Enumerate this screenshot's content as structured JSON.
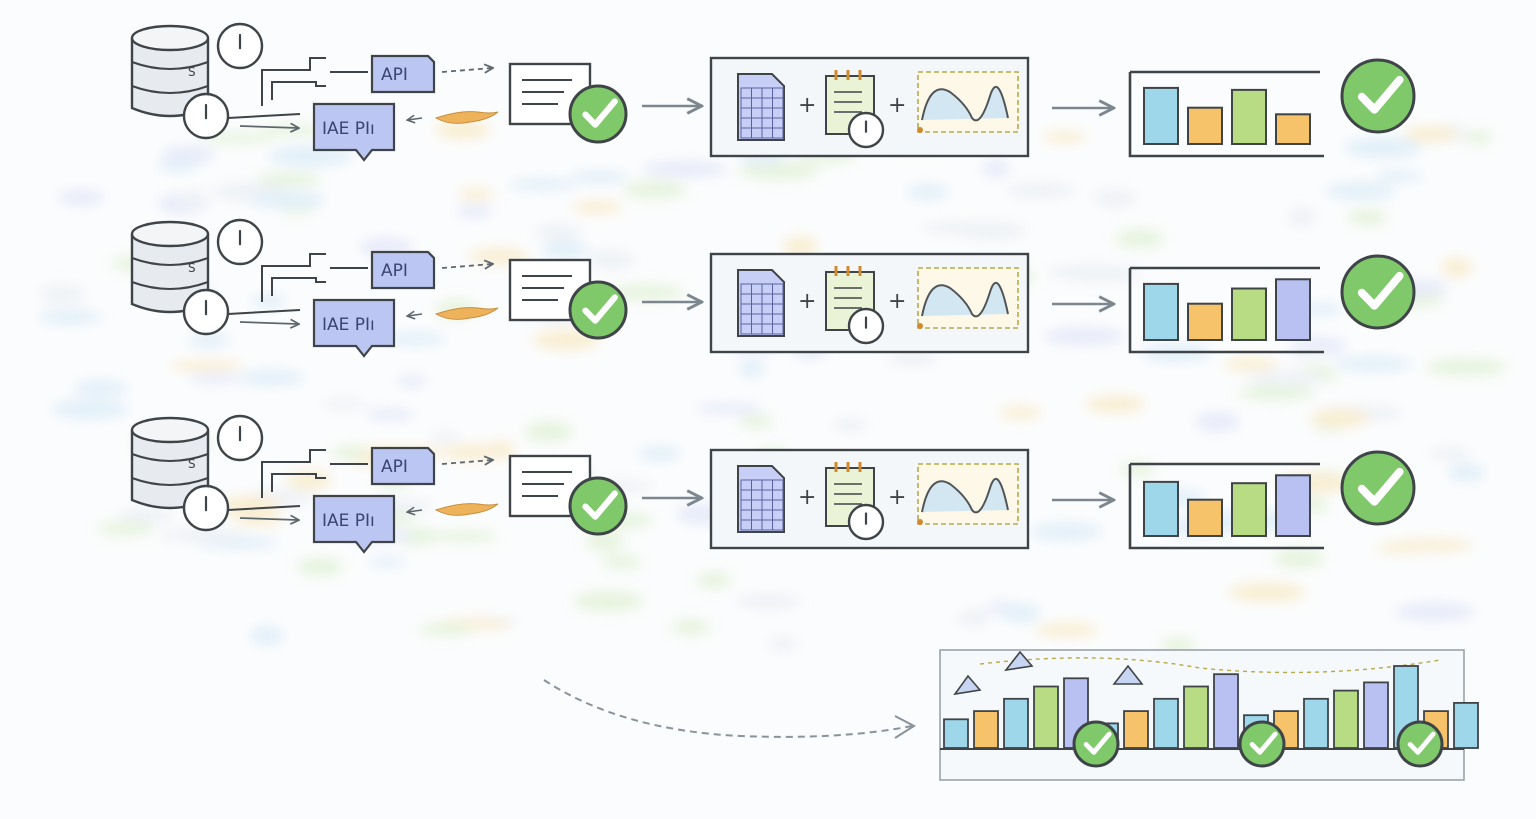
{
  "labels": {
    "api": "API",
    "iae": "IAE PIı"
  },
  "icons": {
    "database": "database-icon",
    "clock": "clock-icon",
    "document": "document-icon",
    "check": "check-badge-icon",
    "spreadsheet": "spreadsheet-icon",
    "notepad": "notepad-icon",
    "chart": "line-chart-icon",
    "bar_chart": "bar-chart-icon"
  },
  "colors": {
    "stroke": "#3f4448",
    "api_fill": "#bcc6f2",
    "check_green": "#7fc96a",
    "bar_blue": "#9fd7ea",
    "bar_orange": "#f6c36a",
    "bar_green": "#b8dc84",
    "bar_purple": "#b8c1f2",
    "flame": "#eeb35a",
    "arrow": "#7c868f"
  },
  "pipelines": [
    {
      "id": "pipeline-1",
      "bars": [
        0.85,
        0.55,
        0.82,
        0.45
      ]
    },
    {
      "id": "pipeline-2",
      "bars": [
        0.85,
        0.55,
        0.78,
        0.92
      ]
    },
    {
      "id": "pipeline-3",
      "bars": [
        0.82,
        0.55,
        0.8,
        0.92
      ]
    }
  ],
  "summary_bars": [
    0.35,
    0.45,
    0.6,
    0.75,
    0.85,
    0.3,
    0.45,
    0.6,
    0.75,
    0.9,
    0.4,
    0.45,
    0.6,
    0.7,
    0.8,
    1.0,
    0.45,
    0.55
  ]
}
